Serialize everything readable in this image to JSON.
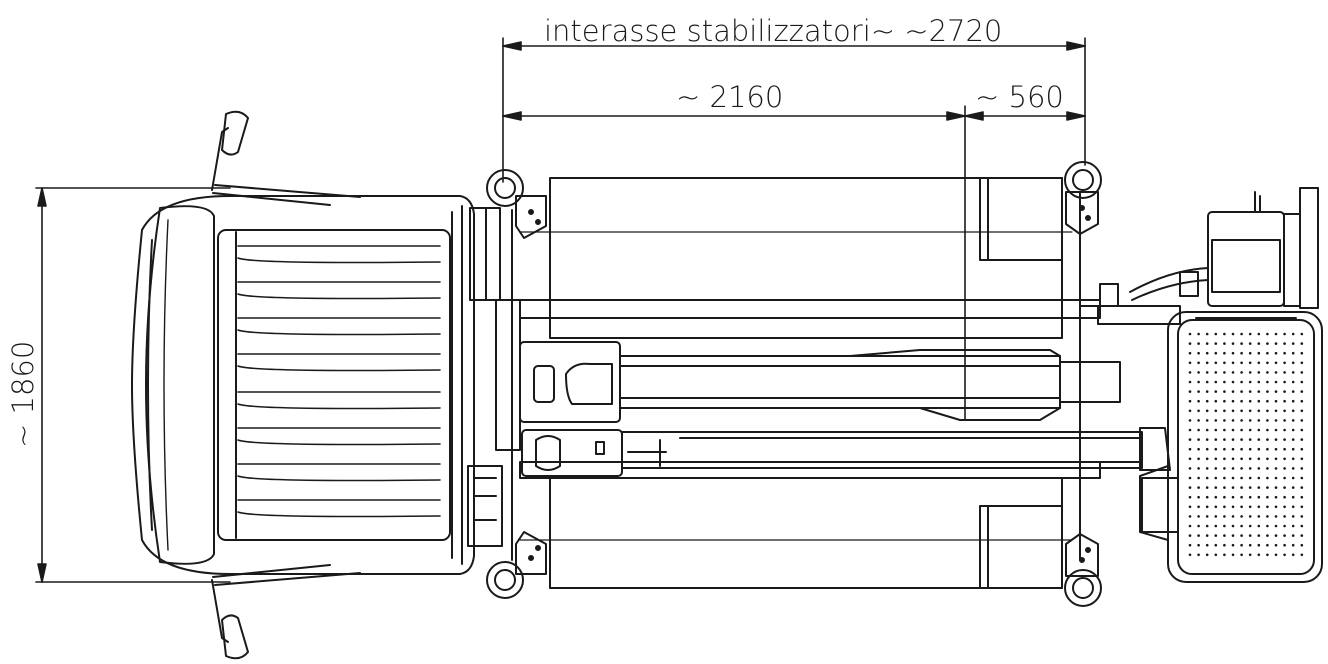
{
  "dimensions": {
    "stabilizer_wheelbase_label": "interasse stabilizzatori~ ~2720",
    "front_span_label": "~ 2160",
    "rear_span_label": "~ 560",
    "width_label": "~ 1860"
  },
  "colors": {
    "ink": "#1a1a1a",
    "paper": "#ffffff"
  }
}
